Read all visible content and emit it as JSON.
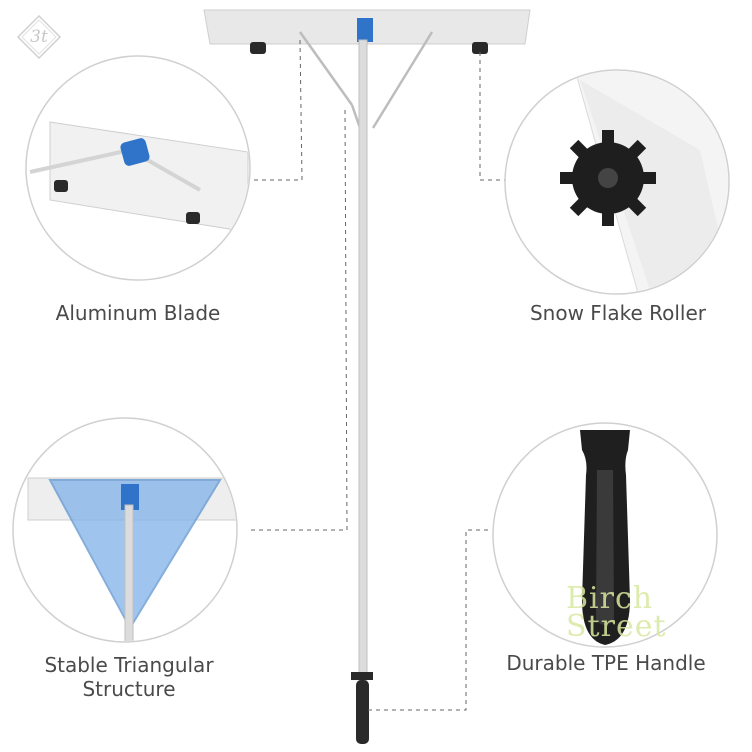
{
  "labels": {
    "blade": "Aluminum Blade",
    "roller": "Snow Flake Roller",
    "structure_line1": "Stable Triangular",
    "structure_line2": "Structure",
    "handle": "Durable TPE Handle"
  },
  "logo": {
    "text": "3t"
  },
  "watermark": {
    "line1": "Birch",
    "line2": "Street"
  },
  "colors": {
    "text": "#4a4a4a",
    "aluminum": "#e6e6e6",
    "blue_clip": "#2f74c9",
    "triangle_fill": "#7fb2e8",
    "handle": "#222222",
    "dashed_line": "#666666"
  },
  "icons": [
    "logo-badge",
    "blade-illustration",
    "roller-illustration",
    "triangle-illustration",
    "handle-illustration"
  ]
}
